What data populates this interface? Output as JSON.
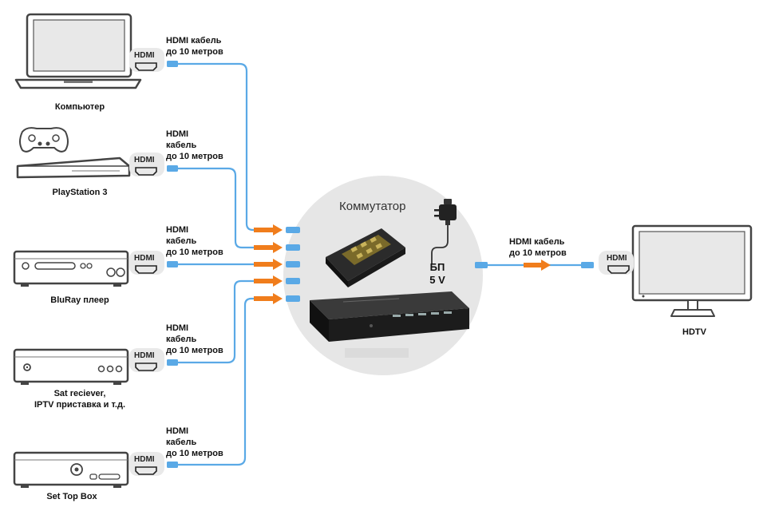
{
  "devices": [
    {
      "label": "Компьютер",
      "port": "HDMI",
      "cable": [
        "HDMI кабель",
        "до 10 метров"
      ]
    },
    {
      "label": "PlayStation 3",
      "port": "HDMI",
      "cable": [
        "HDMI",
        "кабель",
        "до 10 метров"
      ]
    },
    {
      "label": "BluRay плеер",
      "port": "HDMI",
      "cable": [
        "HDMI",
        "кабель",
        "до 10 метров"
      ]
    },
    {
      "label": "Sat reciever,",
      "label2": "IPTV приставка и т.д.",
      "port": "HDMI",
      "cable": [
        "HDMI",
        "кабель",
        "до 10 метров"
      ]
    },
    {
      "label": "Set Top Box",
      "port": "HDMI",
      "cable": [
        "HDMI",
        "кабель",
        "до 10 метров"
      ]
    }
  ],
  "hub": {
    "title": "Коммутатор",
    "psu_line1": "БП",
    "psu_line2": "5 V"
  },
  "output": {
    "cable": [
      "HDMI кабель",
      "до 10 метров"
    ],
    "port": "HDMI",
    "label": "HDTV"
  },
  "colors": {
    "cable": "#5aa9e6",
    "arrow": "#f07d1c",
    "hub_bg": "#e6e6e6",
    "device_stroke": "#444444",
    "tab_bg": "#e9e9e9"
  }
}
